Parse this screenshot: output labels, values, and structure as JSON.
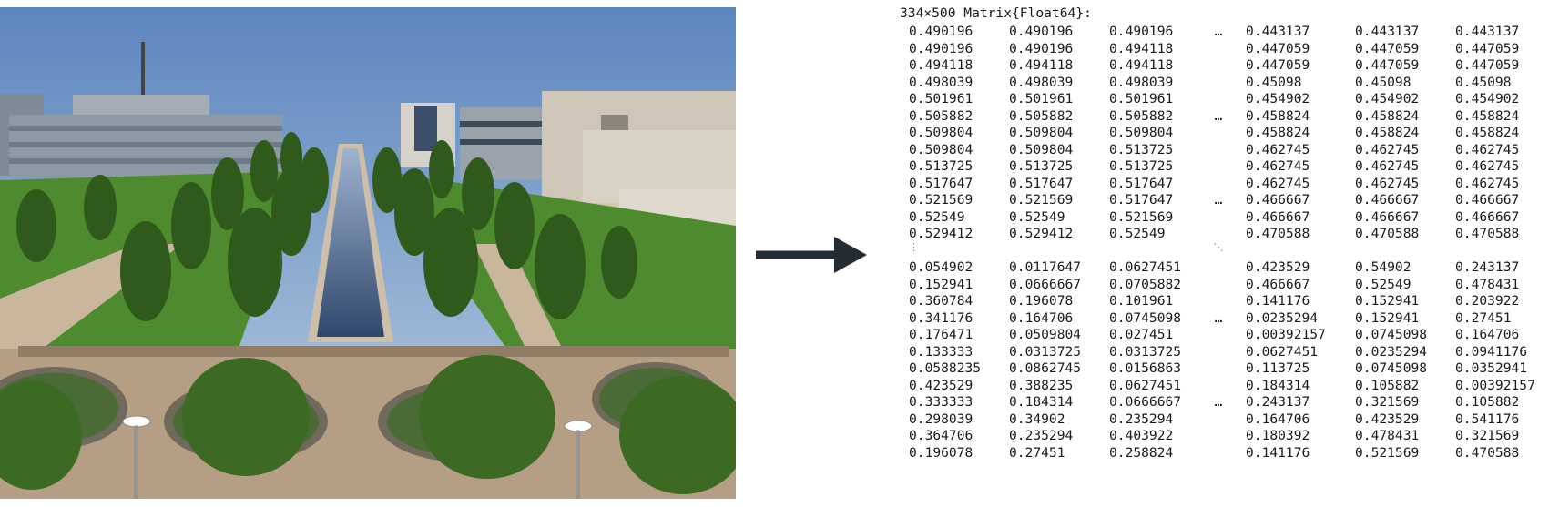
{
  "figure": {
    "arrow_color": "#232b33",
    "photo": {
      "description_icon": "campus-photo",
      "sky_color": "#6d95c8",
      "grass_color": "#4b8a2e",
      "tree_color": "#2f5a1c",
      "pool_color": "#3e5a86",
      "pavement_color": "#bba487"
    },
    "matrix": {
      "header": "334×500 Matrix{Float64}:",
      "ellipsis_h": "…",
      "ellipsis_v": "⋮",
      "ellipsis_d": "⋱",
      "top_rows": [
        [
          "0.490196",
          "0.490196",
          "0.490196",
          "…",
          "0.443137",
          "0.443137",
          "0.443137"
        ],
        [
          "0.490196",
          "0.490196",
          "0.494118",
          "",
          "0.447059",
          "0.447059",
          "0.447059"
        ],
        [
          "0.494118",
          "0.494118",
          "0.494118",
          "",
          "0.447059",
          "0.447059",
          "0.447059"
        ],
        [
          "0.498039",
          "0.498039",
          "0.498039",
          "",
          "0.45098",
          "0.45098",
          "0.45098"
        ],
        [
          "0.501961",
          "0.501961",
          "0.501961",
          "",
          "0.454902",
          "0.454902",
          "0.454902"
        ],
        [
          "0.505882",
          "0.505882",
          "0.505882",
          "…",
          "0.458824",
          "0.458824",
          "0.458824"
        ],
        [
          "0.509804",
          "0.509804",
          "0.509804",
          "",
          "0.458824",
          "0.458824",
          "0.458824"
        ],
        [
          "0.509804",
          "0.509804",
          "0.513725",
          "",
          "0.462745",
          "0.462745",
          "0.462745"
        ],
        [
          "0.513725",
          "0.513725",
          "0.513725",
          "",
          "0.462745",
          "0.462745",
          "0.462745"
        ],
        [
          "0.517647",
          "0.517647",
          "0.517647",
          "",
          "0.462745",
          "0.462745",
          "0.462745"
        ],
        [
          "0.521569",
          "0.521569",
          "0.517647",
          "…",
          "0.466667",
          "0.466667",
          "0.466667"
        ],
        [
          "0.52549",
          "0.52549",
          "0.521569",
          "",
          "0.466667",
          "0.466667",
          "0.466667"
        ],
        [
          "0.529412",
          "0.529412",
          "0.52549",
          "",
          "0.470588",
          "0.470588",
          "0.470588"
        ]
      ],
      "bottom_rows": [
        [
          "0.054902",
          "0.0117647",
          "0.0627451",
          "",
          "0.423529",
          "0.54902",
          "0.243137"
        ],
        [
          "0.152941",
          "0.0666667",
          "0.0705882",
          "",
          "0.466667",
          "0.52549",
          "0.478431"
        ],
        [
          "0.360784",
          "0.196078",
          "0.101961",
          "",
          "0.141176",
          "0.152941",
          "0.203922"
        ],
        [
          "0.341176",
          "0.164706",
          "0.0745098",
          "…",
          "0.0235294",
          "0.152941",
          "0.27451"
        ],
        [
          "0.176471",
          "0.0509804",
          "0.027451",
          "",
          "0.00392157",
          "0.0745098",
          "0.164706"
        ],
        [
          "0.133333",
          "0.0313725",
          "0.0313725",
          "",
          "0.0627451",
          "0.0235294",
          "0.0941176"
        ],
        [
          "0.0588235",
          "0.0862745",
          "0.0156863",
          "",
          "0.113725",
          "0.0745098",
          "0.0352941"
        ],
        [
          "0.423529",
          "0.388235",
          "0.0627451",
          "",
          "0.184314",
          "0.105882",
          "0.00392157"
        ],
        [
          "0.333333",
          "0.184314",
          "0.0666667",
          "…",
          "0.243137",
          "0.321569",
          "0.105882"
        ],
        [
          "0.298039",
          "0.34902",
          "0.235294",
          "",
          "0.164706",
          "0.423529",
          "0.541176"
        ],
        [
          "0.364706",
          "0.235294",
          "0.403922",
          "",
          "0.180392",
          "0.478431",
          "0.321569"
        ],
        [
          "0.196078",
          "0.27451",
          "0.258824",
          "",
          "0.141176",
          "0.521569",
          "0.470588"
        ]
      ]
    }
  }
}
